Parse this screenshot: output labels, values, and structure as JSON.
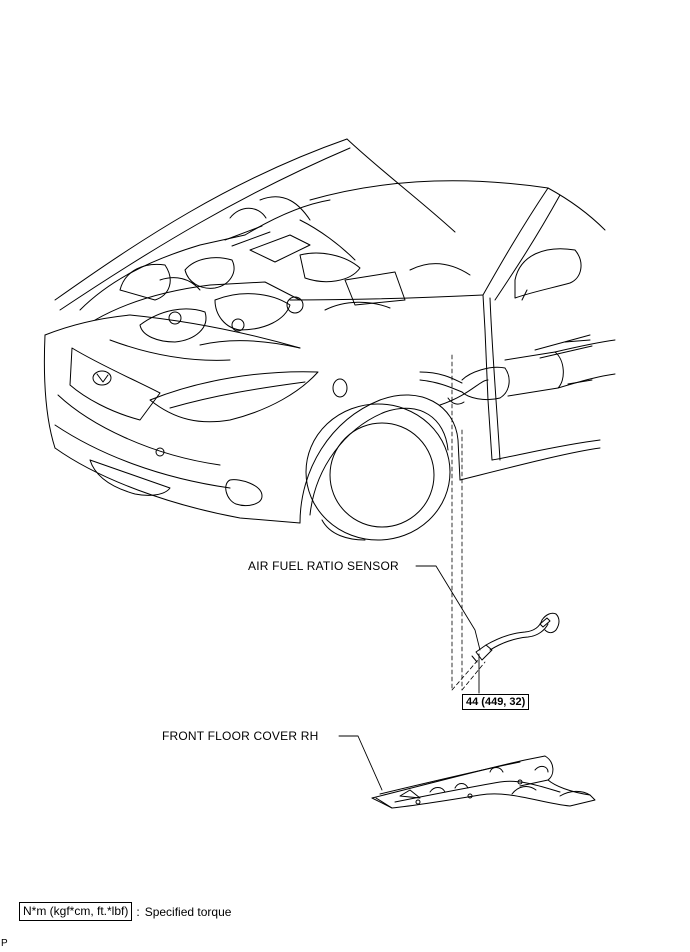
{
  "labels": {
    "air_fuel_ratio_sensor": "AIR FUEL RATIO SENSOR",
    "front_floor_cover_rh": "FRONT FLOOR COVER RH"
  },
  "torque": {
    "sensor_spec": "44 (449, 32)"
  },
  "legend": {
    "units": "N*m (kgf*cm, ft.*lbf)",
    "separator": ":",
    "description": "Specified torque"
  },
  "corner_mark": "P"
}
